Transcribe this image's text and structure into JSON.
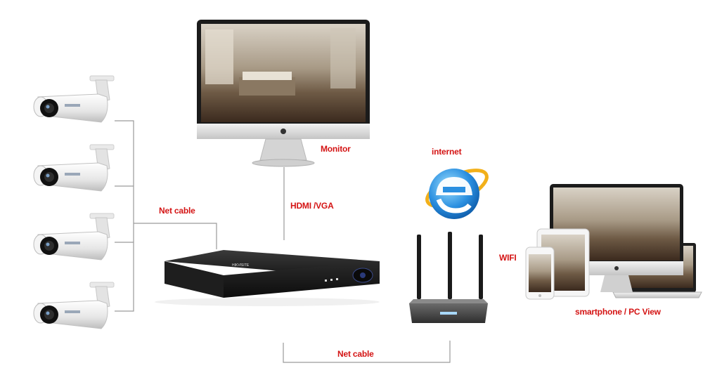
{
  "labels": {
    "monitor": "Monitor",
    "internet": "internet",
    "hdmi_vga": "HDMI /VGA",
    "net_cable_left": "Net cable",
    "net_cable_bottom": "Net cable",
    "wifi": "WIFI",
    "smartphone_pc_view": "smartphone / PC View"
  },
  "nvr_brand": "HIKVISITE",
  "colors": {
    "label": "#d41414",
    "line": "#9a9a9a",
    "ie_blue": "#2a8fe0"
  }
}
